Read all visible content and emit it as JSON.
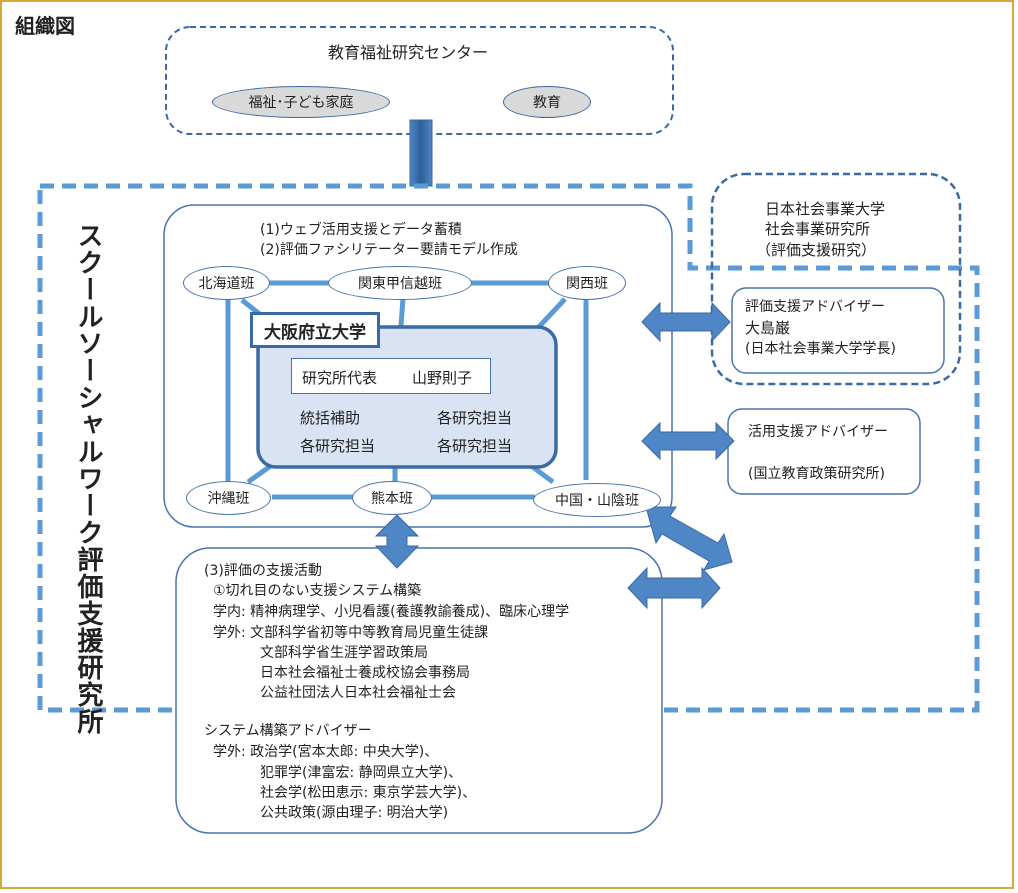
{
  "title": "組織図",
  "center": {
    "name": "教育福祉研究センター",
    "dept1": "福祉･子ども家庭",
    "dept2": "教育"
  },
  "institute": "スクールソーシャルワーク評価支援研究所",
  "hub": {
    "task1": "(1)ウェブ活用支援とデータ蓄積",
    "task2": "(2)評価ファシリテーター要請モデル作成",
    "teams": {
      "hokkaido": "北海道班",
      "kanto": "関東甲信越班",
      "kansai": "関西班",
      "okinawa": "沖縄班",
      "kumamoto": "熊本班",
      "chugoku": "中国・山陰班"
    },
    "university": "大阪府立大学",
    "director_label": "研究所代表",
    "director_name": "山野則子",
    "roles": [
      "統括補助",
      "各研究担当",
      "各研究担当",
      "各研究担当"
    ]
  },
  "external": {
    "lines": [
      "日本社会事業大学",
      "社会事業研究所",
      "（評価支援研究）"
    ]
  },
  "advisor1": {
    "title": "評価支援アドバイザー",
    "name": "大島巌",
    "affil": "(日本社会事業大学学長)"
  },
  "advisor2": {
    "title": "活用支援アドバイザー",
    "affil": "(国立教育政策研究所)"
  },
  "support": {
    "lines": [
      "(3)評価の支援活動",
      "①切れ目のない支援システム構築",
      "学内: 精神病理学、小児看護(養護教諭養成)、臨床心理学",
      "学外: 文部科学省初等中等教育局児童生徒課",
      "文部科学省生涯学習政策局",
      "日本社会福祉士養成校協会事務局",
      "公益社団法人日本社会福祉士会",
      "システム構築アドバイザー",
      "学外: 政治学(宮本太郎: 中央大学)、",
      "犯罪学(津富宏: 静岡県立大学)、",
      "社会学(松田恵示: 東京学芸大学)、",
      "公共政策(源由理子: 明治大学)"
    ]
  },
  "colors": {
    "frame": "#d4a93a",
    "dashed": "#5b9bd5",
    "line": "#4a74ad",
    "fill": "#dae3f3",
    "arrow": "#4f86c6"
  }
}
